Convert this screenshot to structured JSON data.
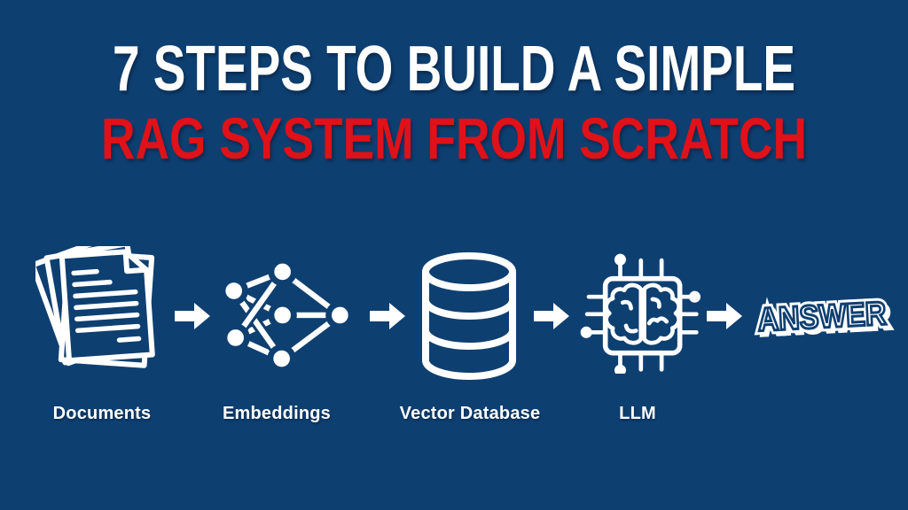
{
  "page": {
    "background_color": "#0e3f71",
    "accent_white": "#ffffff",
    "accent_red": "#e01119"
  },
  "title": {
    "line1": "7 STEPS TO BUILD A SIMPLE",
    "line1_color": "#ffffff",
    "line2": "RAG SYSTEM FROM SCRATCH",
    "line2_color": "#e01119"
  },
  "flow": {
    "icon_color": "#ffffff",
    "steps": [
      {
        "id": "documents",
        "label": "Documents",
        "icon": "documents-icon"
      },
      {
        "id": "embeddings",
        "label": "Embeddings",
        "icon": "neural-network-icon"
      },
      {
        "id": "vector-database",
        "label": "Vector Database",
        "icon": "database-icon"
      },
      {
        "id": "llm",
        "label": "LLM",
        "icon": "chip-brain-icon"
      }
    ],
    "arrow_icon": "right-arrow-icon",
    "arrow_count": 4,
    "result": {
      "text": "ANSWER"
    }
  }
}
